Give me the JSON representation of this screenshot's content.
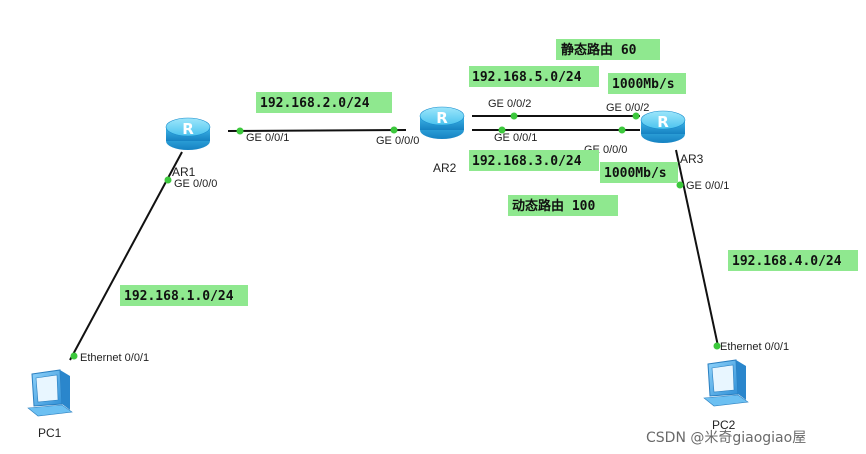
{
  "colors": {
    "label_bg": "#8fe88f",
    "link": "#111111",
    "port_dot": "#3cc83c",
    "router_top": "#5fd0f5",
    "router_body": "#1e9fd8",
    "pc": "#4aa8e8"
  },
  "devices": {
    "ar1": {
      "name": "AR1",
      "icon": "router-icon"
    },
    "ar2": {
      "name": "AR2",
      "icon": "router-icon"
    },
    "ar3": {
      "name": "AR3",
      "icon": "router-icon"
    },
    "pc1": {
      "name": "PC1",
      "icon": "pc-icon"
    },
    "pc2": {
      "name": "PC2",
      "icon": "pc-icon"
    }
  },
  "ports": {
    "ar1_ge001": "GE 0/0/1",
    "ar1_ge000": "GE 0/0/0",
    "ar2_ge000": "GE 0/0/0",
    "ar2_ge002": "GE 0/0/2",
    "ar2_ge001": "GE 0/0/1",
    "ar3_ge002": "GE 0/0/2",
    "ar3_ge000": "GE 0/0/0",
    "ar3_ge001": "GE 0/0/1",
    "pc1_eth": "Ethernet 0/0/1",
    "pc2_eth": "Ethernet 0/0/1"
  },
  "labels": {
    "net_2": "192.168.2.0/24",
    "net_5": "192.168.5.0/24",
    "net_3": "192.168.3.0/24",
    "net_1": "192.168.1.0/24",
    "net_4": "192.168.4.0/24",
    "static_route": "静态路由 60",
    "dynamic_route": "动态路由 100",
    "bw_top": "1000Mb/s",
    "bw_bottom": "1000Mb/s"
  },
  "watermark": "CSDN @米奇giaogiao屋"
}
